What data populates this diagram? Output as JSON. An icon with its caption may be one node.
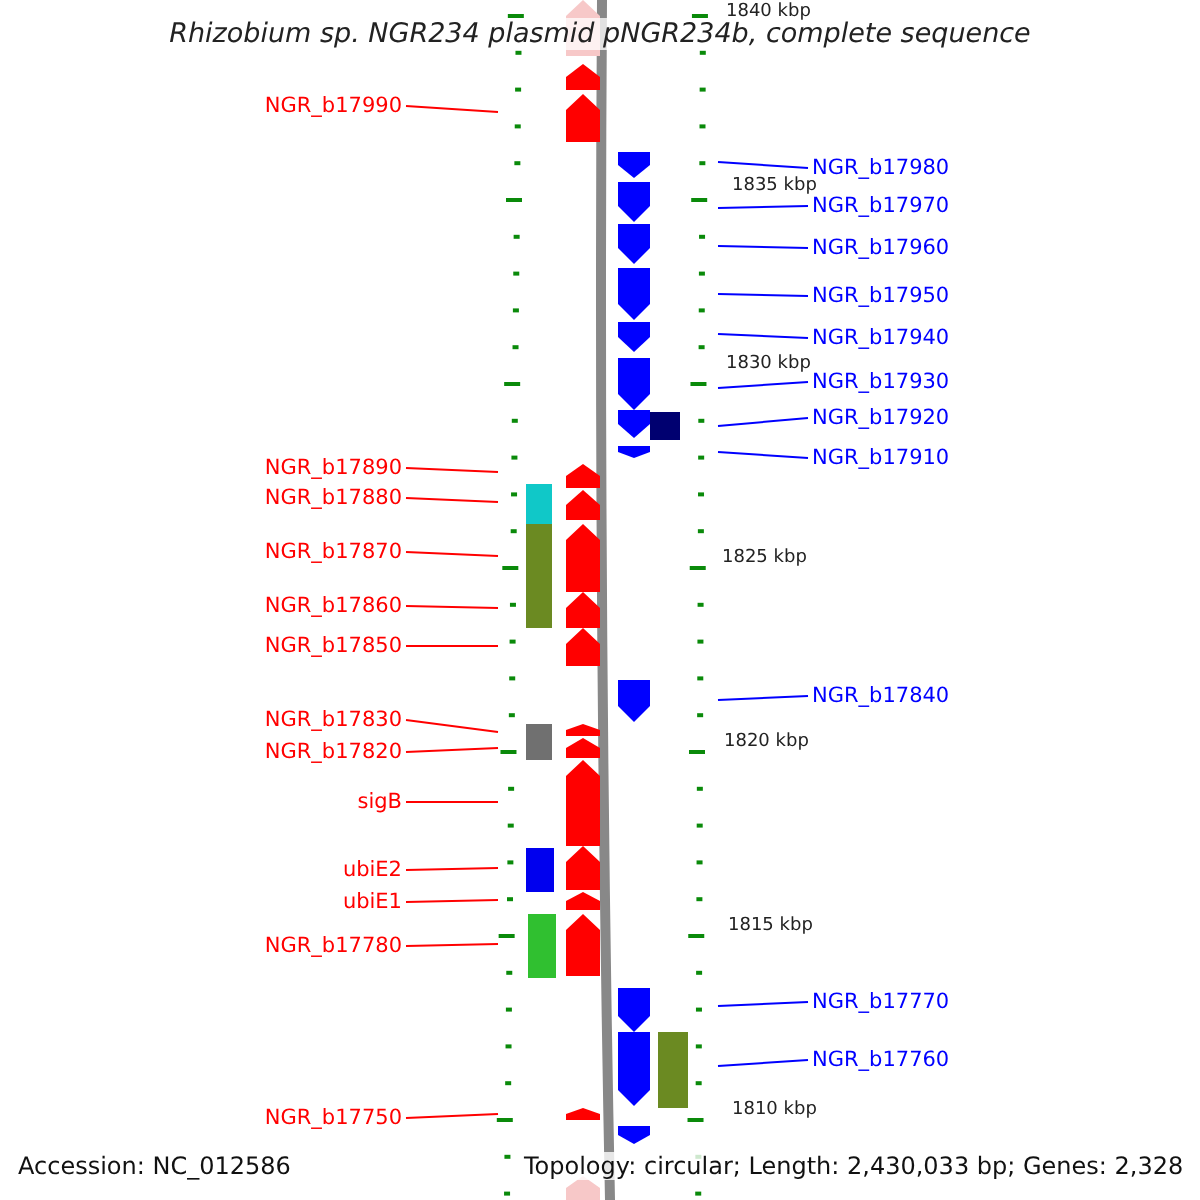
{
  "diagram": {
    "title": "Rhizobium sp. NGR234 plasmid pNGR234b, complete sequence",
    "nodes": [
      {
        "text": [
          "NGR_b17990"
        ]
      },
      {
        "text": [
          "NGR_b17980"
        ]
      },
      {
        "text": [
          "NGR_b17970"
        ]
      },
      {
        "text": [
          "NGR_b17960"
        ]
      },
      {
        "text": [
          "NGR_b17950"
        ]
      },
      {
        "text": [
          "NGR_b17940"
        ]
      },
      {
        "text": [
          "NGR_b17930"
        ]
      },
      {
        "text": [
          "NGR_b17920"
        ]
      },
      {
        "text": [
          "NGR_b17910"
        ]
      },
      {
        "text": [
          "NGR_b17890"
        ]
      },
      {
        "text": [
          "NGR_b17880"
        ]
      },
      {
        "text": [
          "NGR_b17870"
        ]
      },
      {
        "text": [
          "NGR_b17860"
        ]
      },
      {
        "text": [
          "NGR_b17850"
        ]
      },
      {
        "text": [
          "NGR_b17840"
        ]
      },
      {
        "text": [
          "NGR_b17830"
        ]
      },
      {
        "text": [
          "NGR_b17820"
        ]
      },
      {
        "text": [
          "sigB"
        ]
      },
      {
        "text": [
          "ubiE2"
        ]
      },
      {
        "text": [
          "ubiE1"
        ]
      },
      {
        "text": [
          "NGR_b17780"
        ]
      },
      {
        "text": [
          "NGR_b17770"
        ]
      },
      {
        "text": [
          "NGR_b17760"
        ]
      },
      {
        "text": [
          "NGR_b17750"
        ]
      }
    ],
    "edges": [
      {
        "from": 0,
        "to": null,
        "arrow": "none"
      },
      {
        "from": 1,
        "to": null,
        "arrow": "none",
        "color": "#0000ff"
      },
      {
        "from": 2,
        "to": null,
        "arrow": "none",
        "color": "#0000ff"
      },
      {
        "from": 3,
        "to": null,
        "arrow": "none",
        "color": "#0000ff"
      },
      {
        "from": 4,
        "to": null,
        "arrow": "none",
        "color": "#0000ff"
      },
      {
        "from": 5,
        "to": null,
        "arrow": "none",
        "color": "#0000ff"
      },
      {
        "from": 6,
        "to": null,
        "arrow": "none",
        "color": "#0000ff"
      },
      {
        "from": 7,
        "to": null,
        "arrow": "none",
        "color": "#0000ff"
      },
      {
        "from": 8,
        "to": null,
        "arrow": "none",
        "color": "#0000ff"
      },
      {
        "from": 9,
        "to": null,
        "arrow": "none"
      },
      {
        "from": 10,
        "to": null,
        "arrow": "none"
      },
      {
        "from": 11,
        "to": null,
        "arrow": "none"
      },
      {
        "from": 12,
        "to": null,
        "arrow": "none"
      },
      {
        "from": 13,
        "to": null,
        "arrow": "none"
      },
      {
        "from": 14,
        "to": null,
        "arrow": "none",
        "color": "#0000ff"
      },
      {
        "from": 15,
        "to": null,
        "arrow": "none"
      },
      {
        "from": 16,
        "to": null,
        "arrow": "none"
      },
      {
        "from": 17,
        "to": null,
        "arrow": "none"
      },
      {
        "from": 18,
        "to": null,
        "arrow": "none"
      },
      {
        "from": 19,
        "to": null,
        "arrow": "none"
      },
      {
        "from": 20,
        "to": null,
        "arrow": "none"
      },
      {
        "from": 21,
        "to": null,
        "arrow": "none",
        "color": "#0000ff"
      },
      {
        "from": 22,
        "to": null,
        "arrow": "none",
        "color": "#0000ff"
      },
      {
        "from": 23,
        "to": null,
        "arrow": "none"
      }
    ],
    "labels": [
      "1840 kbp",
      "1835 kbp",
      "1830 kbp",
      "1825 kbp",
      "1820 kbp",
      "1815 kbp",
      "1810 kbp",
      "Accession: NC_012586",
      "Topology: circular; Length: 2,430,033 bp; Genes: 2,328"
    ]
  }
}
